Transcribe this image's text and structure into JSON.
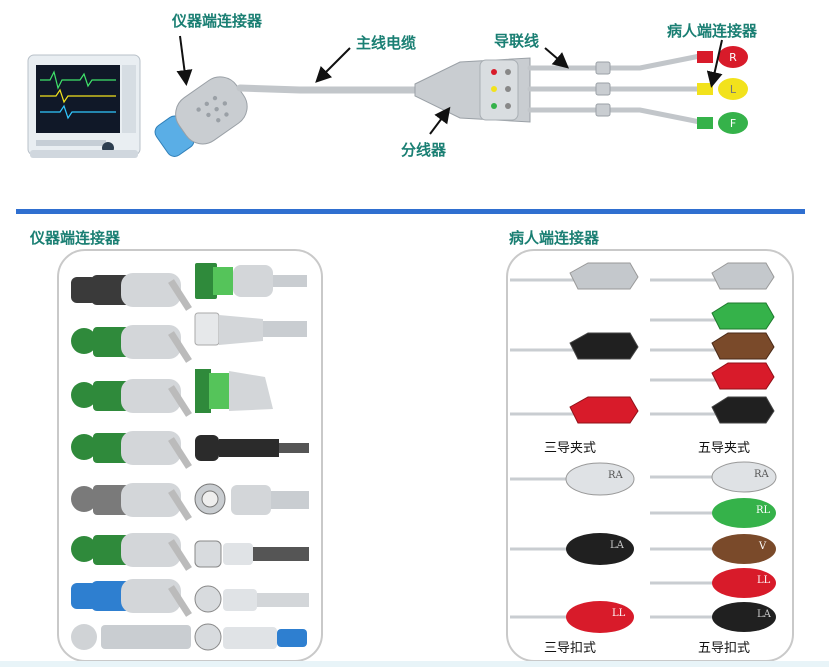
{
  "top_labels": {
    "instrument_connector": "仪器端连接器",
    "main_cable": "主线电缆",
    "lead_wire": "导联线",
    "patient_connector": "病人端连接器",
    "splitter": "分线器"
  },
  "electrode_letters": [
    "R",
    "L",
    "F"
  ],
  "electrode_colors": {
    "red": "#d81b2a",
    "yellow": "#f2e21c",
    "green": "#35b24a"
  },
  "sections": {
    "left_title": "仪器端连接器",
    "right_title": "病人端连接器"
  },
  "clip_captions": {
    "three_clip": "三导夹式",
    "five_clip": "五导夹式",
    "three_snap": "三导扣式",
    "five_snap": "五导扣式"
  },
  "snap_labels": {
    "three": [
      "RA",
      "LA",
      "LL"
    ],
    "five": [
      "RA",
      "RL",
      "V",
      "LL",
      "LA"
    ]
  },
  "colors": {
    "teal_label": "#1a7f73",
    "divider_blue": "#2f6fd0",
    "panel_border": "#c9c9c9"
  }
}
